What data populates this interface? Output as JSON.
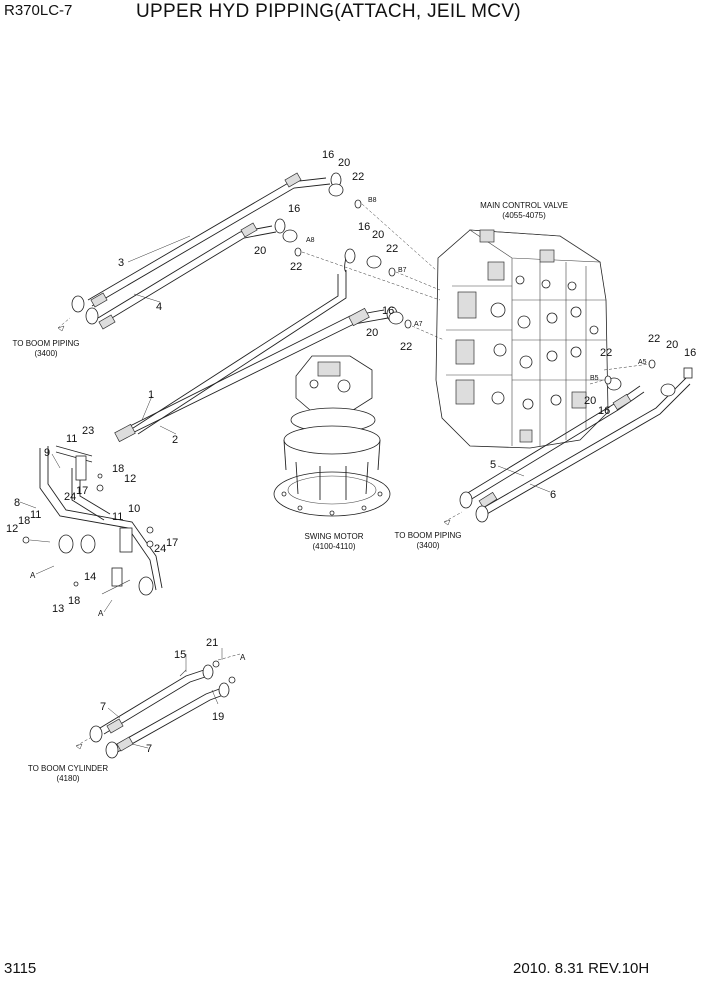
{
  "header": {
    "model": "R370LC-7",
    "title": "UPPER HYD PIPPING(ATTACH, JEIL MCV)"
  },
  "footer": {
    "page_number": "3115",
    "revision": "2010. 8.31  REV.10H"
  },
  "captions": {
    "main_control_valve": "MAIN CONTROL VALVE",
    "main_control_valve_ref": "(4055-4075)",
    "swing_motor": "SWING MOTOR",
    "swing_motor_ref": "(4100-4110)",
    "to_boom_piping_left": "TO BOOM PIPING",
    "to_boom_piping_left_ref": "(3400)",
    "to_boom_piping_right": "TO BOOM PIPING",
    "to_boom_piping_right_ref": "(3400)",
    "to_boom_cylinder": "TO BOOM CYLINDER",
    "to_boom_cylinder_ref": "(4180)"
  },
  "ports": [
    "B8",
    "A8",
    "B7",
    "A7",
    "A5",
    "B5"
  ],
  "view_markers": [
    "A",
    "A",
    "A"
  ],
  "callouts": [
    "16",
    "20",
    "22",
    "16",
    "20",
    "22",
    "16",
    "20",
    "22",
    "16",
    "20",
    "22",
    "3",
    "4",
    "1",
    "2",
    "22",
    "20",
    "16",
    "22",
    "20",
    "16",
    "5",
    "6",
    "11",
    "23",
    "9",
    "18",
    "12",
    "17",
    "24",
    "8",
    "12",
    "18",
    "11",
    "10",
    "11",
    "24",
    "17",
    "14",
    "13",
    "18",
    "15",
    "21",
    "7",
    "7",
    "19"
  ]
}
